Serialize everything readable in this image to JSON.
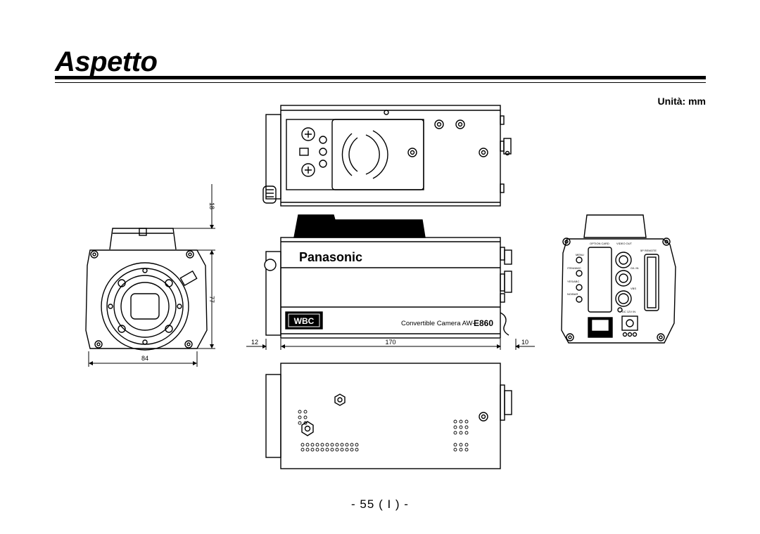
{
  "page": {
    "title": "Aspetto",
    "unit_label": "Unità: mm",
    "page_number": "- 55 ( I ) -"
  },
  "dimensions": {
    "top_offset": "18",
    "height": "77",
    "width": "84",
    "lens_mount": "12",
    "body_length": "170",
    "rear_connector": "10"
  },
  "camera_labels": {
    "brand": "Panasonic",
    "model": "Convertible Camera  AW-",
    "model_suffix": "E860",
    "badge": "WBC"
  },
  "rear_panel_labels": {
    "option_card": "OPTION CARD",
    "video_out": "VIDEO OUT",
    "menu": "MENU",
    "item_awc": "ITEM/AWC",
    "yes_abc": "YES/ABC",
    "no_bar": "NO/BAR",
    "gl_in": "G/L IN",
    "rs_remote": "5P REMOTE",
    "vbs": "VBS",
    "dc_12v_in": "DC 12V IN"
  }
}
